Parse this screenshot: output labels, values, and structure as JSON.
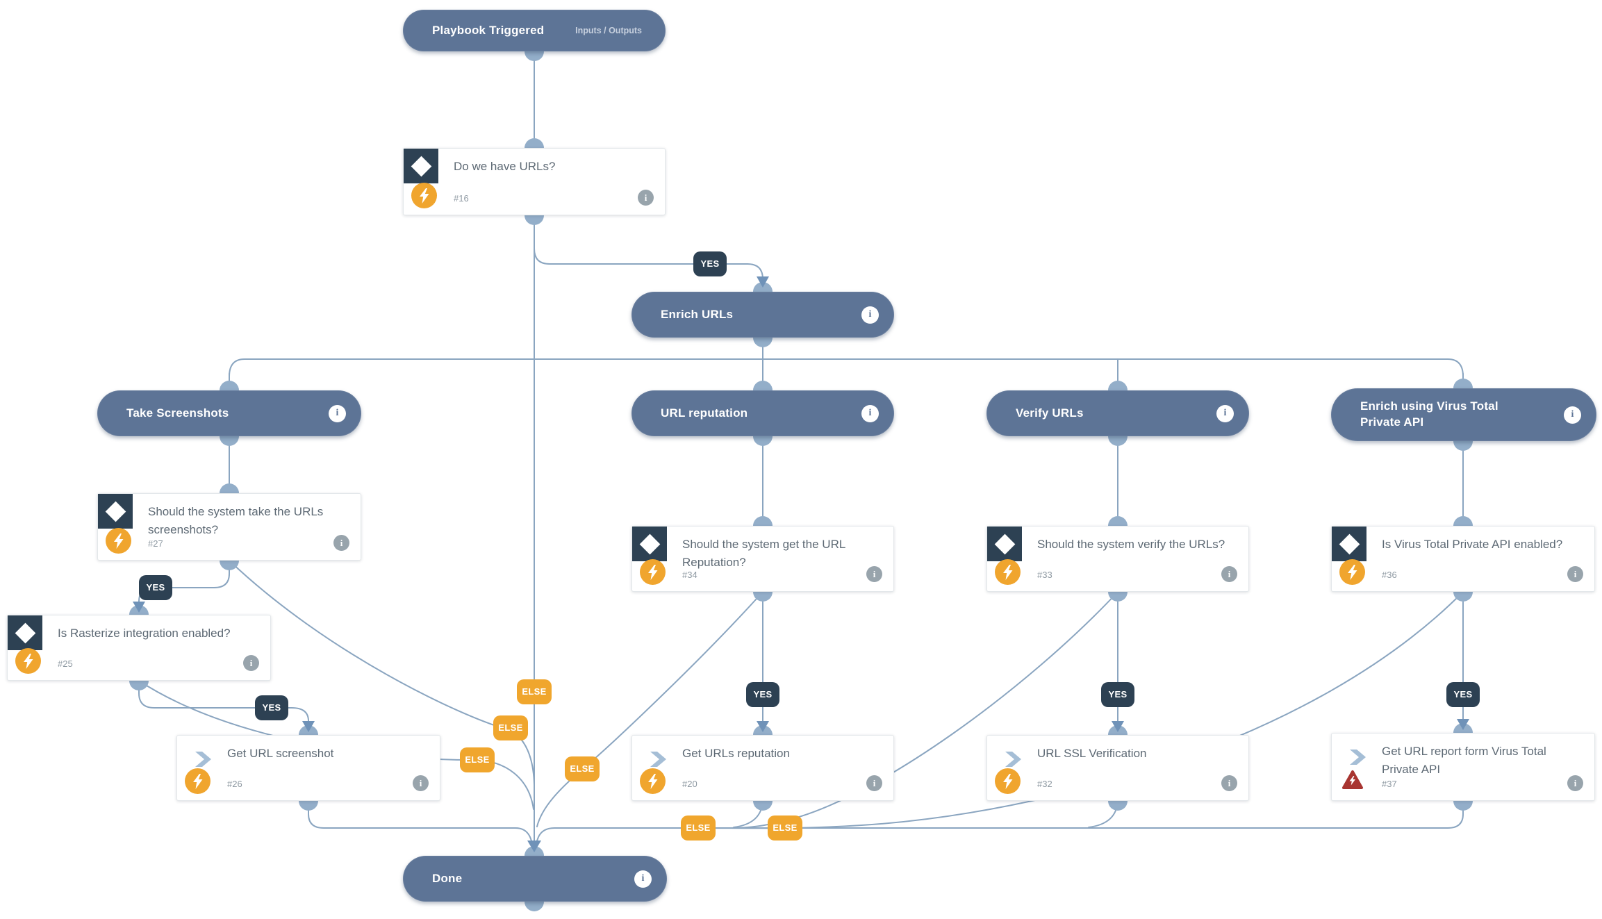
{
  "nodes": {
    "playbook_triggered": {
      "label": "Playbook Triggered",
      "right_label": "Inputs / Outputs"
    },
    "do_we_have_urls": {
      "label": "Do we have URLs?",
      "id": "#16"
    },
    "enrich_urls": {
      "label": "Enrich URLs"
    },
    "take_screenshots": {
      "label": "Take Screenshots"
    },
    "url_reputation": {
      "label": "URL reputation"
    },
    "verify_urls": {
      "label": "Verify URLs"
    },
    "enrich_vt": {
      "label": "Enrich using Virus Total Private API"
    },
    "should_take_screenshots": {
      "label": "Should the system take the URLs screenshots?",
      "id": "#27"
    },
    "is_rasterize_enabled": {
      "label": "Is Rasterize integration enabled?",
      "id": "#25"
    },
    "should_get_reputation": {
      "label": "Should the system get the URL Reputation?",
      "id": "#34"
    },
    "should_verify_urls": {
      "label": "Should the system verify the URLs?",
      "id": "#33"
    },
    "is_vt_enabled": {
      "label": "Is Virus Total Private API enabled?",
      "id": "#36"
    },
    "get_url_screenshot": {
      "label": "Get URL screenshot",
      "id": "#26"
    },
    "get_urls_reputation": {
      "label": "Get URLs reputation",
      "id": "#20"
    },
    "url_ssl_verification": {
      "label": "URL SSL Verification",
      "id": "#32"
    },
    "get_url_report_vt": {
      "label": "Get URL report form Virus Total Private API",
      "id": "#37"
    },
    "done": {
      "label": "Done"
    }
  },
  "edge_labels": {
    "yes": "YES",
    "else": "ELSE"
  },
  "icons": {
    "info": "i"
  },
  "colors": {
    "pill": "#5d7496",
    "wire": "#8aa5c0",
    "dot": "#93aec9",
    "arrow": "#6f92b8",
    "condition_dark": "#2d4153",
    "label_else": "#f0a62d",
    "bolt_badge": "#f0a52e",
    "error_badge": "#a83531",
    "card_border": "#e3e7ea",
    "title_text": "#5d6974"
  }
}
